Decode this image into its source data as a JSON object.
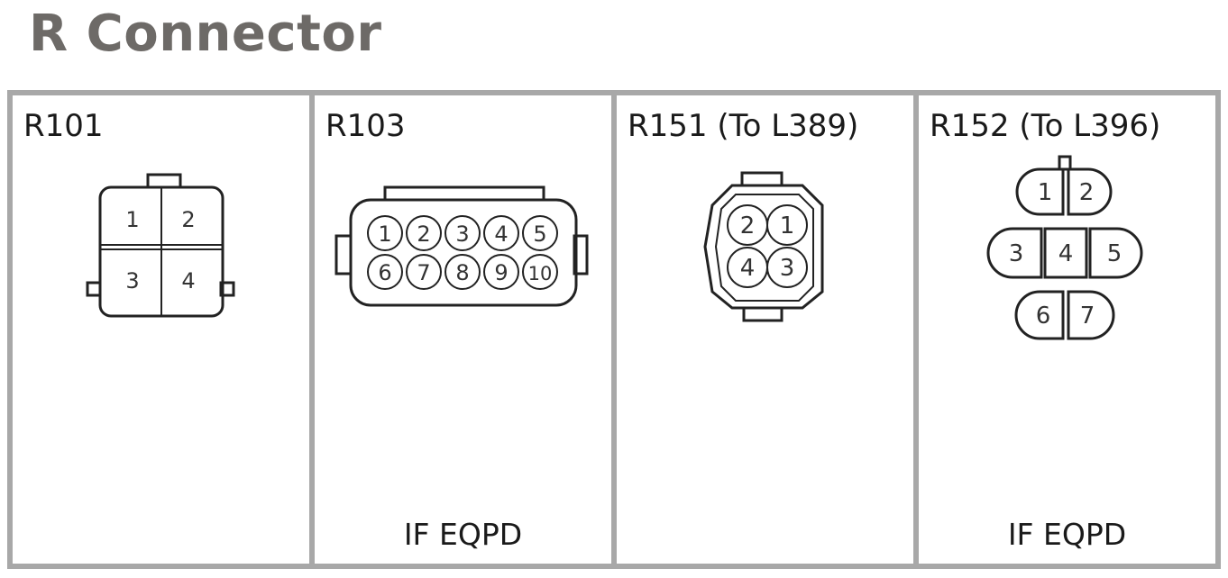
{
  "page": {
    "title": "R Connector"
  },
  "colors": {
    "border": "#a8a8a8",
    "title": "#6d6a67",
    "line": "#222222",
    "pin_text": "#333333"
  },
  "panels": [
    {
      "id": "R101",
      "label": "R101",
      "note": "",
      "pins": [
        "1",
        "2",
        "3",
        "4"
      ]
    },
    {
      "id": "R103",
      "label": "R103",
      "note": "IF EQPD",
      "pins": [
        "1",
        "2",
        "3",
        "4",
        "5",
        "6",
        "7",
        "8",
        "9",
        "10"
      ]
    },
    {
      "id": "R151",
      "label": "R151 (To L389)",
      "note": "",
      "pins": [
        "2",
        "1",
        "4",
        "3"
      ]
    },
    {
      "id": "R152",
      "label": "R152 (To L396)",
      "note": "IF EQPD",
      "pins": [
        "1",
        "2",
        "3",
        "4",
        "5",
        "6",
        "7"
      ]
    }
  ]
}
